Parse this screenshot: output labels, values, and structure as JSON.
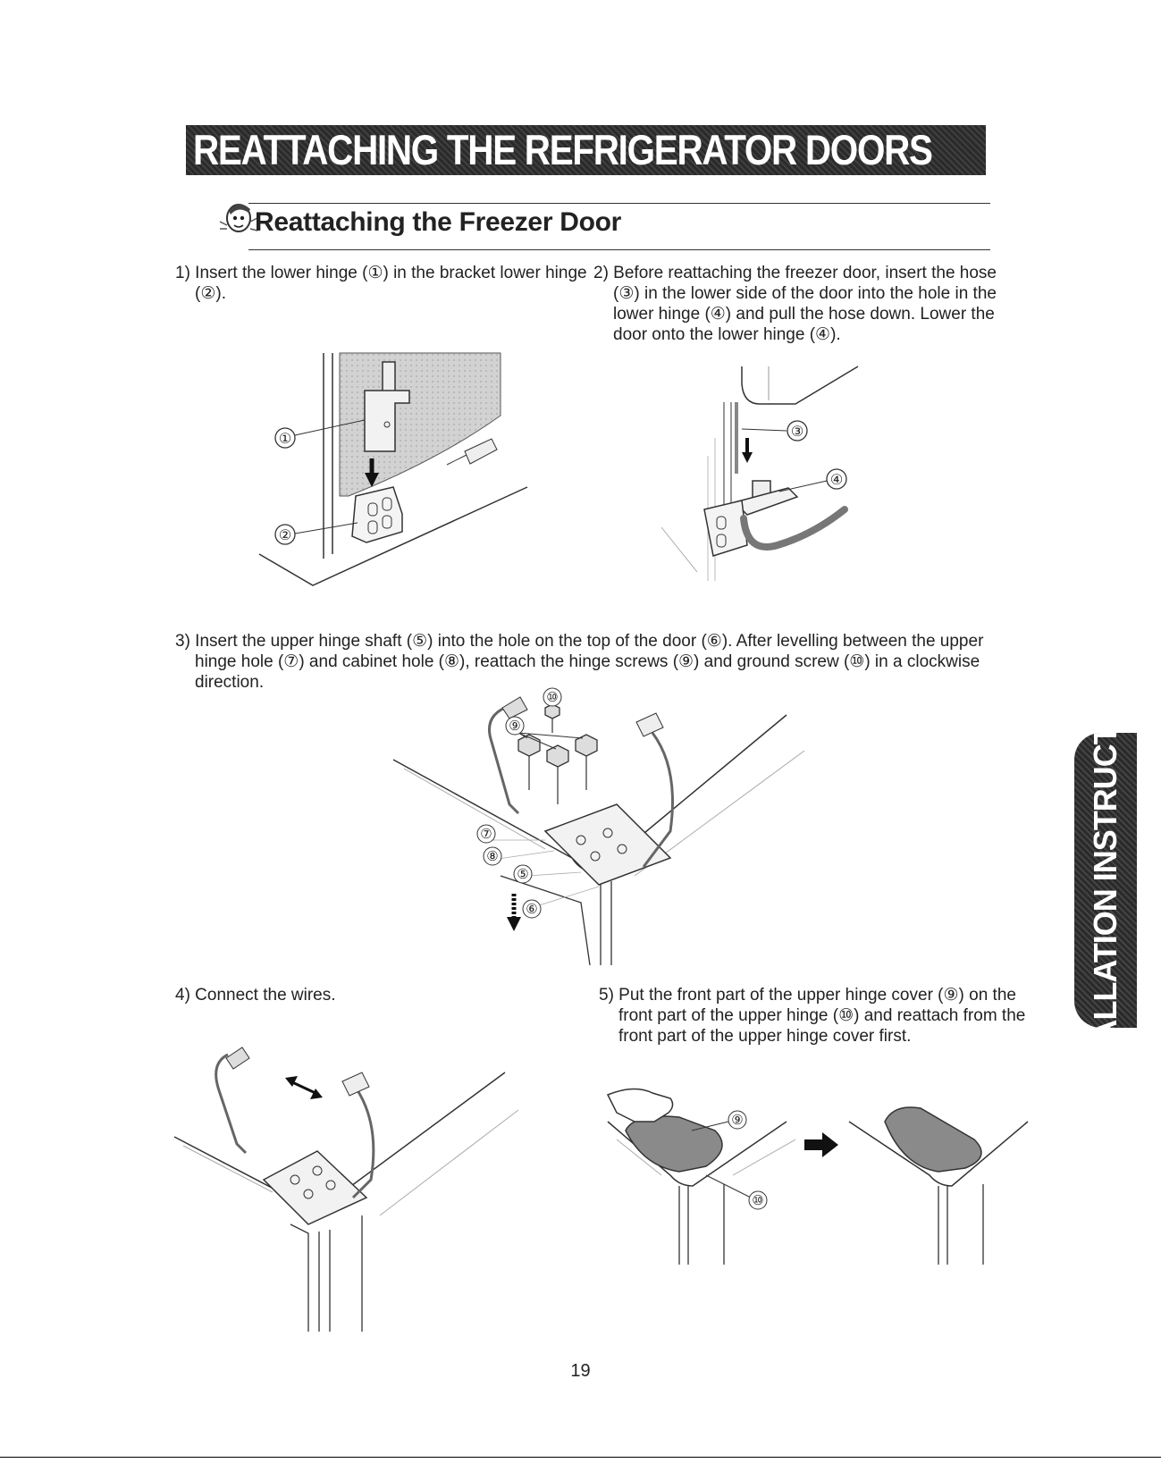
{
  "banner_title": "REATTACHING THE REFRIGERATOR DOORS",
  "section_title": "Reattaching the Freezer Door",
  "side_tab": "INSTALLATION INSTRUCTIONS",
  "steps": [
    "1) Insert the lower hinge (①) in the bracket lower hinge (②).",
    "2) Before reattaching the freezer door, insert the hose (③) in the lower side of the door into the hole in the lower hinge (④) and pull the hose down. Lower the door onto the lower hinge (④).",
    "3) Insert the upper hinge shaft (⑤) into the hole on the top of the door (⑥). After levelling between the upper hinge hole (⑦) and cabinet hole (⑧), reattach the hinge screws (⑨) and ground screw (⑩) in a clockwise direction.",
    "4) Connect the wires.",
    "5) Put the front part of the upper hinge cover (⑨) on the front part of the upper hinge (⑩) and reattach from the front part of the upper hinge cover first."
  ],
  "callouts": {
    "fig1": [
      "①",
      "②"
    ],
    "fig2": [
      "③",
      "④"
    ],
    "fig3": [
      "⑩",
      "⑨",
      "⑦",
      "⑧",
      "⑤",
      "⑥"
    ],
    "fig5": [
      "⑨",
      "⑩"
    ]
  },
  "page_number": "19",
  "colors": {
    "banner_bg": "#2a2a2a",
    "banner_text": "#ffffff",
    "text": "#222222"
  }
}
